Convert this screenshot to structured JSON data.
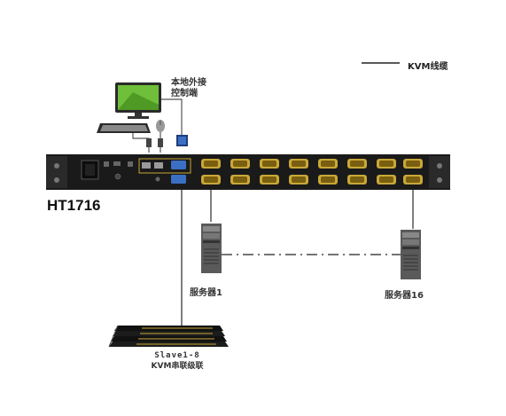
{
  "legend": {
    "label": "KVM线缆"
  },
  "console": {
    "label_line1": "本地外接",
    "label_line2": "控制端"
  },
  "device": {
    "model": "HT1716"
  },
  "servers": [
    {
      "label": "服务器1"
    },
    {
      "label": "服务器16"
    }
  ],
  "cascade": {
    "line1": "Slave1-8",
    "line2": "KVM串联级联"
  },
  "colors": {
    "panel": "#1a1a1a",
    "port": "#c8a838",
    "cable": "#555555",
    "screen": "#6fbf3a"
  }
}
